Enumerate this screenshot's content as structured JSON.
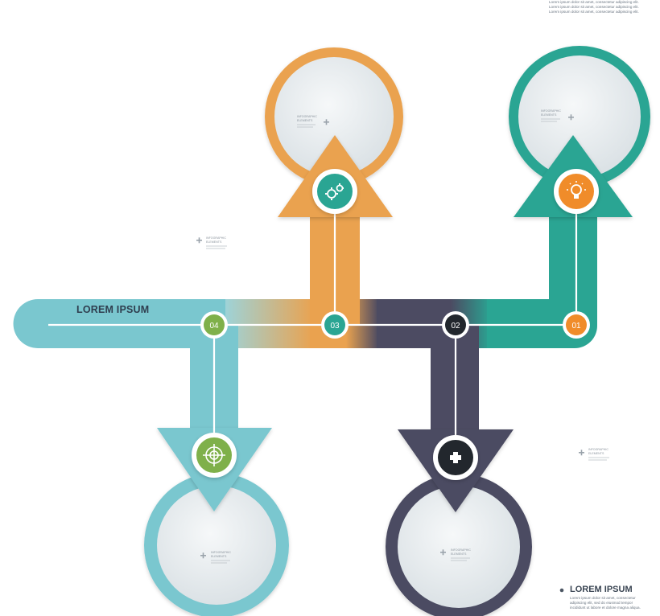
{
  "title_main": "LOREM IPSUM",
  "title_bottom_right": "LOREM IPSUM",
  "filler_top": [
    "Lorem ipsum dolor sit amet, consectetur adipiscing elit.",
    "Lorem ipsum dolor sit amet, consectetur adipiscing elit.",
    "Lorem ipsum dolor sit amet, consectetur adipiscing elit."
  ],
  "filler_bottom_right": [
    "Lorem ipsum dolor sit amet, consectetur",
    "adipiscing elit, sed do eiusmod tempor",
    "incididunt ut labore et dolore magna aliqua."
  ],
  "circle_label": [
    "INFOGRAPHIC",
    "ELEMENTS"
  ],
  "steps": [
    {
      "number": "01",
      "color": "#2aa593",
      "icon": "lightbulb-icon",
      "icon_color": "#f08c2a"
    },
    {
      "number": "02",
      "color": "#4c4b62",
      "icon": "plus-icon",
      "icon_color": "#2a2f36"
    },
    {
      "number": "03",
      "color": "#eaa24f",
      "icon": "gears-icon",
      "icon_color": "#2aa593"
    },
    {
      "number": "04",
      "color": "#7ac7cf",
      "icon": "target-icon",
      "icon_color": "#7fb04a"
    }
  ],
  "node_colors": {
    "01": "#f08c2a",
    "02": "#22272d",
    "03": "#2aa593",
    "04": "#7fb04a"
  }
}
